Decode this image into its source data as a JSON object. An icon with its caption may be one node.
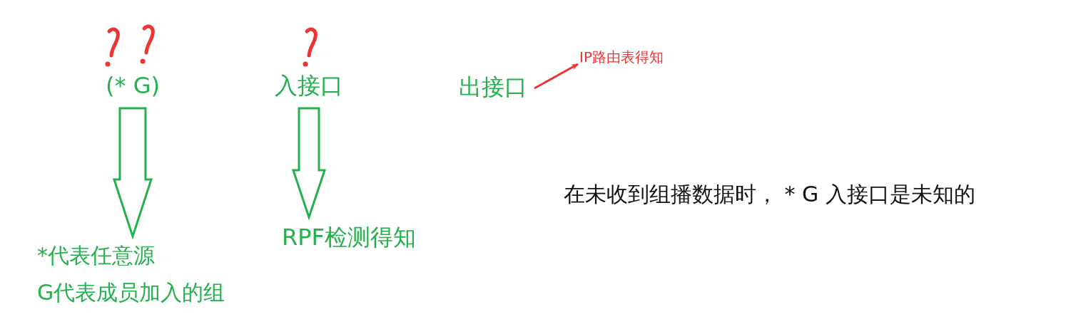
{
  "diagram": {
    "nodes": [
      {
        "text": [
          "(* G)"
        ]
      },
      {
        "text": [
          "*代表任意源",
          "G代表成员加入的组"
        ]
      },
      {
        "text": [
          "入接口"
        ]
      },
      {
        "text": [
          "RPF检测得知"
        ]
      },
      {
        "text": [
          "出接口"
        ]
      },
      {
        "text": [
          "IP路由表得知"
        ]
      }
    ],
    "edges": [
      {
        "from": 0,
        "to": 1,
        "arrow": "to",
        "style": "thick"
      },
      {
        "from": 2,
        "to": 3,
        "arrow": "to",
        "style": "thick"
      },
      {
        "from": 4,
        "to": 5,
        "arrow": "to",
        "color": "#ee3333"
      }
    ],
    "labels": [
      "在未收到组播数据时， * G 入接口是未知的"
    ]
  }
}
